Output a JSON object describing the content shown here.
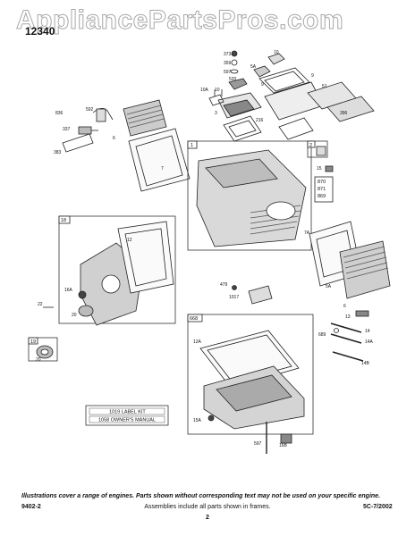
{
  "watermark": "AppliancePartsPros.com",
  "model_label": "12340",
  "footer": {
    "note": "Illustrations cover a range of engines. Parts shown without corresponding text may not be used on your specific engine.",
    "left_code": "9402-2",
    "middle_text": "Assemblies include all parts shown in frames.",
    "right_code": "5C-7/2002",
    "page_number": "2"
  },
  "kits": {
    "label_kit": "1019 LABEL KIT",
    "owners_manual": "1058 OWNER'S MANUAL"
  },
  "frames": [
    "1",
    "2",
    "18",
    "19",
    "668"
  ],
  "frame_parts": {
    "f2": [
      "870",
      "871",
      "869"
    ]
  },
  "callouts": [
    "373",
    "10",
    "359",
    "597",
    "5A",
    "10A",
    "10",
    "520",
    "9",
    "51",
    "9",
    "836",
    "592",
    "337",
    "383",
    "6",
    "7",
    "216",
    "396",
    "3",
    "15",
    "12",
    "7A",
    "16A",
    "22",
    "20",
    "479",
    "1017",
    "5A",
    "6",
    "13",
    "689",
    "14",
    "14A",
    "14B",
    "12A",
    "15A",
    "597",
    "16B",
    "20"
  ]
}
